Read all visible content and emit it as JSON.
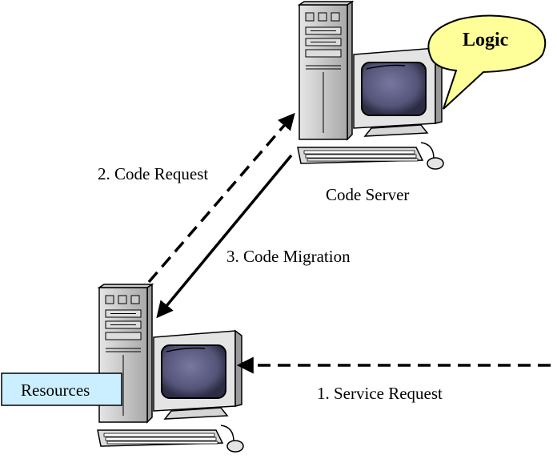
{
  "nodes": {
    "code_server": {
      "label": "Code Server",
      "bubble": "Logic"
    },
    "client": {
      "resources_label": "Resources"
    }
  },
  "edges": {
    "service_request": "1. Service Request",
    "code_request": "2. Code Request",
    "code_migration": "3. Code Migration"
  },
  "colors": {
    "bubble_fill": "#ffff99",
    "resources_fill": "#ccefff",
    "screen": "#555577",
    "line": "#000000"
  }
}
